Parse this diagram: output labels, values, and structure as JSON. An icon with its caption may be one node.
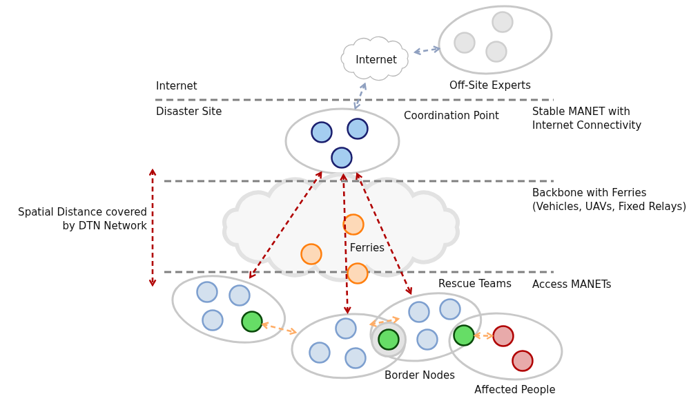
{
  "diagram": {
    "nodes": [
      {
        "text": [
          "Internet"
        ]
      },
      {
        "text": [
          "Off-Site Experts"
        ]
      },
      {
        "text": [],
        "shape": "circle",
        "in": 1
      },
      {
        "text": [],
        "shape": "circle",
        "in": 1
      },
      {
        "text": [],
        "shape": "circle",
        "in": 1
      },
      {
        "text": [
          "Coordination Point"
        ]
      },
      {
        "text": [],
        "shape": "circle",
        "in": 5
      },
      {
        "text": [],
        "shape": "circle",
        "in": 5
      },
      {
        "text": [],
        "shape": "circle",
        "in": 5
      },
      {
        "text": [
          "Ferries"
        ]
      },
      {
        "text": [],
        "shape": "circle",
        "in": 9
      },
      {
        "text": [],
        "shape": "circle",
        "in": 9
      },
      {
        "text": [],
        "shape": "circle",
        "in": 9
      },
      {
        "text": [],
        "shape": "ellipse"
      },
      {
        "text": [],
        "shape": "circle",
        "in": 13
      },
      {
        "text": [],
        "shape": "circle",
        "in": 13
      },
      {
        "text": [],
        "shape": "circle",
        "in": 13
      },
      {
        "text": [],
        "shape": "circle",
        "in": 13
      },
      {
        "text": [],
        "shape": "ellipse"
      },
      {
        "text": [],
        "shape": "circle",
        "in": 18
      },
      {
        "text": [],
        "shape": "circle",
        "in": 18
      },
      {
        "text": [],
        "shape": "circle",
        "in": 18
      },
      {
        "text": [
          "Rescue Teams"
        ]
      },
      {
        "text": [],
        "shape": "circle",
        "in": 22
      },
      {
        "text": [],
        "shape": "circle",
        "in": 22
      },
      {
        "text": [],
        "shape": "circle",
        "in": 22
      },
      {
        "text": [
          "Affected People"
        ]
      },
      {
        "text": [],
        "shape": "circle",
        "in": 26
      },
      {
        "text": [],
        "shape": "circle",
        "in": 26
      },
      {
        "text": [],
        "shape": "circle"
      },
      {
        "text": [],
        "shape": "circle"
      }
    ],
    "edges": [
      {
        "from": 0,
        "to": 1,
        "arrow": "both",
        "style": "dashed",
        "color": "#8fa0c0"
      },
      {
        "from": 0,
        "to": 5,
        "arrow": "both",
        "style": "dashed",
        "color": "#8fa0c0"
      },
      {
        "from": 5,
        "to": 13,
        "arrow": "both",
        "style": "dashed",
        "color": "#b00000"
      },
      {
        "from": 5,
        "to": 18,
        "arrow": "both",
        "style": "dashed",
        "color": "#b00000"
      },
      {
        "from": 5,
        "to": 22,
        "arrow": "both",
        "style": "dashed",
        "color": "#b00000"
      },
      {
        "from": 17,
        "to": 18,
        "arrow": "both",
        "style": "dashed",
        "color": "#ffad66"
      },
      {
        "from": 18,
        "to": 22,
        "arrow": "both",
        "style": "dashed",
        "color": "#ffad66"
      },
      {
        "from": 30,
        "to": 27,
        "arrow": "both",
        "style": "dashed",
        "color": "#ffad66"
      }
    ],
    "labels": [
      "Internet",
      "Disaster Site",
      "Stable MANET with Internet Connectivity",
      "Spatial Distance covered by DTN Network",
      "Backbone with Ferries (Vehicles, UAVs, Fixed Relays)",
      "Access MANETs",
      "Border Nodes"
    ]
  }
}
